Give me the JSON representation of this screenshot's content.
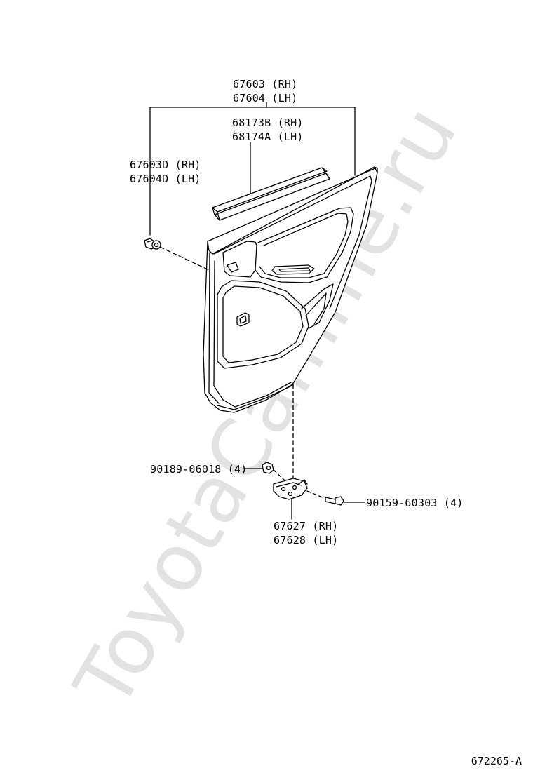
{
  "watermark": "ToyotaCamme.ru",
  "reference": "672265-A",
  "callouts": {
    "board": {
      "rh": "67603 (RH)",
      "lh": "67604 (LH)"
    },
    "weatherstrip": {
      "rh": "68173B (RH)",
      "lh": "68174A (LH)"
    },
    "clip": {
      "rh": "67603D (RH)",
      "lh": "67604D (LH)"
    },
    "nut": {
      "label": "90189-06018 (4)"
    },
    "screw": {
      "label": "90159-60303 (4)"
    },
    "bracket": {
      "rh": "67627 (RH)",
      "lh": "67628 (LH)"
    }
  }
}
